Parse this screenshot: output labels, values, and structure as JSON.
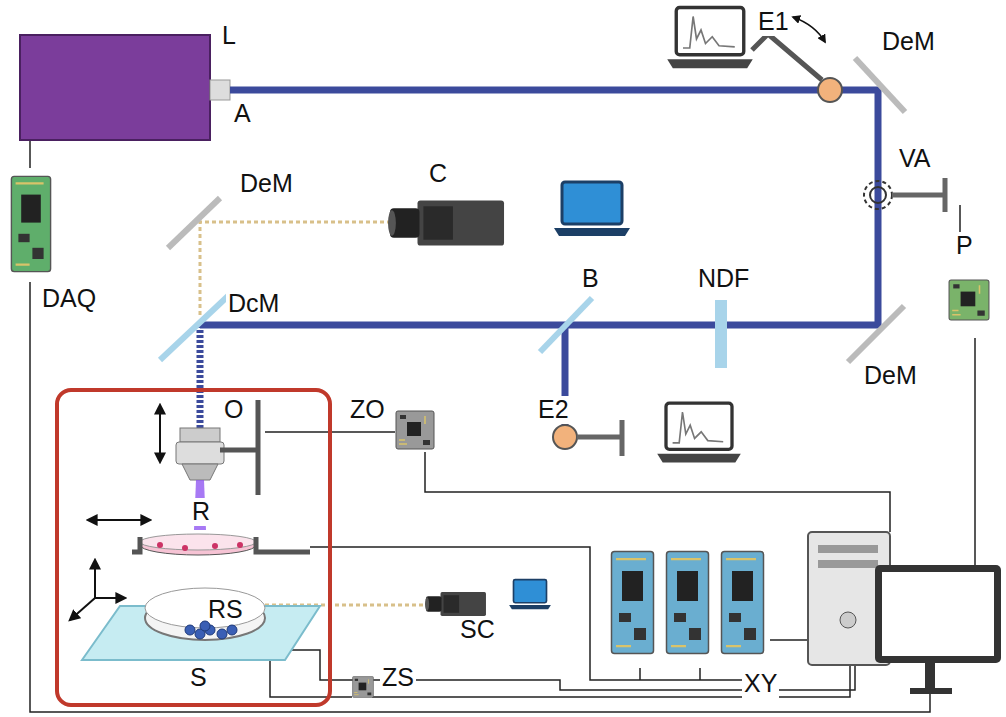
{
  "diagram": {
    "labels": [
      "L",
      "A",
      "E1",
      "DeM",
      "VA",
      "C",
      "P",
      "DAQ",
      "DeM",
      "DcM",
      "B",
      "NDF",
      "DeM",
      "O",
      "ZO",
      "E2",
      "R",
      "RS",
      "SC",
      "XY",
      "S",
      "ZS"
    ]
  }
}
